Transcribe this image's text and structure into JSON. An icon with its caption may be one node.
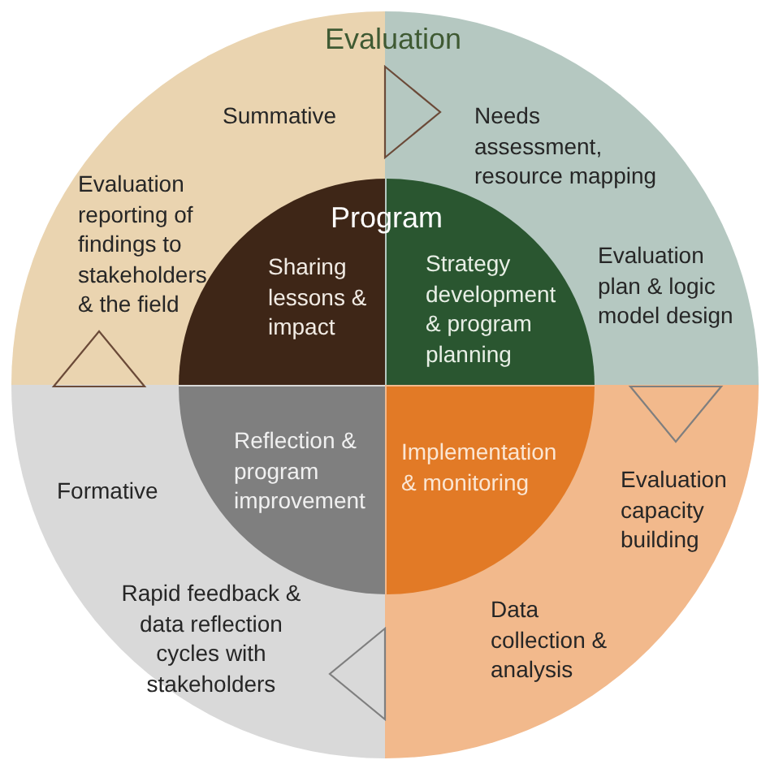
{
  "diagram": {
    "title": "Evaluation",
    "nodes": [
      {
        "text": [
          "Summative",
          "Evaluation reporting of findings to stakeholders & the field"
        ]
      },
      {
        "text": [
          "Needs assessment, resource mapping",
          "Evaluation plan & logic model design"
        ]
      },
      {
        "text": [
          "Formative",
          "Rapid feedback & data reflection cycles with stakeholders"
        ]
      },
      {
        "text": [
          "Evaluation capacity building",
          "Data collection & analysis"
        ]
      },
      {
        "text": [
          "Sharing lessons & impact"
        ],
        "in": 0
      },
      {
        "text": [
          "Strategy development & program planning"
        ],
        "in": 1
      },
      {
        "text": [
          "Reflection & program improvement"
        ],
        "in": 2
      },
      {
        "text": [
          "Implementation & monitoring"
        ],
        "in": 3
      }
    ],
    "edges": [
      {
        "from": 0,
        "to": 1,
        "arrow": "to"
      },
      {
        "from": 1,
        "to": 3,
        "arrow": "to",
        "color": "#7f7f7f"
      },
      {
        "from": 3,
        "to": 2,
        "arrow": "to",
        "color": "#7f7f7f"
      },
      {
        "from": 2,
        "to": 0,
        "arrow": "to"
      }
    ],
    "labels": [
      "Program"
    ]
  }
}
